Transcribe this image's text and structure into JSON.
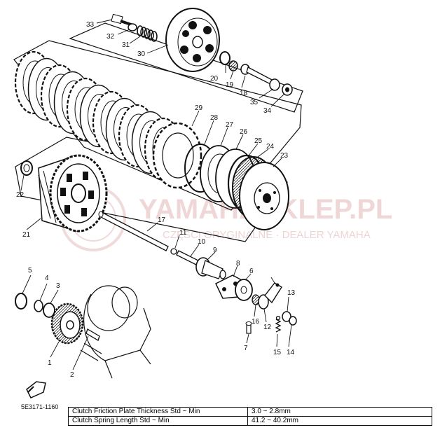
{
  "diagram": {
    "drawing_code": "5E3171-1160",
    "watermark": {
      "main": "YAMAHASKLEP.PL",
      "sub": "CZĘŚCI ORYGINALNE · DEALER YAMAHA"
    },
    "callouts": [
      "1",
      "2",
      "3",
      "4",
      "5",
      "6",
      "7",
      "8",
      "9",
      "10",
      "11",
      "12",
      "13",
      "14",
      "15",
      "16",
      "17",
      "18",
      "19",
      "20",
      "21",
      "22",
      "23",
      "24",
      "25",
      "26",
      "27",
      "28",
      "29",
      "30",
      "31",
      "32",
      "33",
      "34",
      "35"
    ]
  },
  "spec_table": {
    "rows": [
      {
        "label": "Clutch Friction Plate Thickness Std ~ Min",
        "value": "3.0 ~ 2.8mm"
      },
      {
        "label": "Clutch Spring Length Std ~ Min",
        "value": "41.2 ~ 40.2mm"
      }
    ]
  }
}
